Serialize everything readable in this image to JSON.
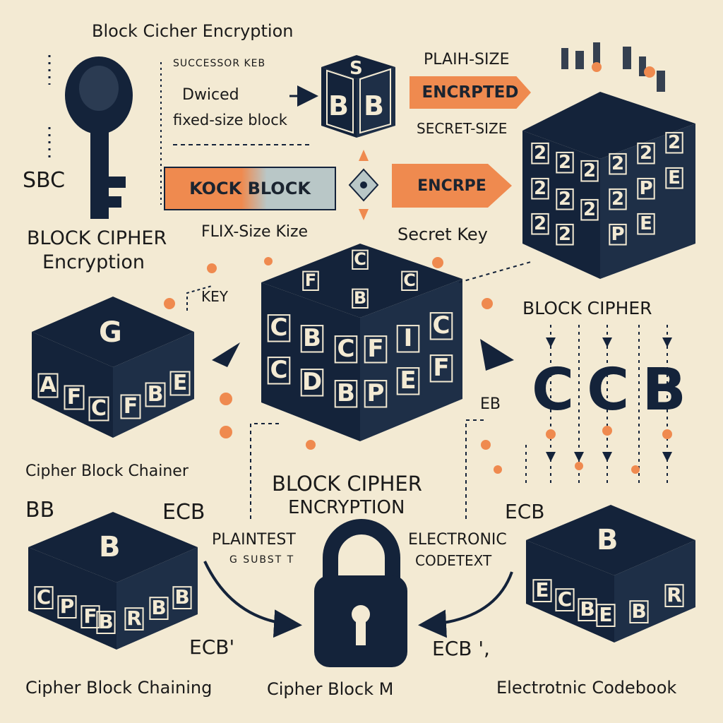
{
  "labels": {
    "top_title": "Block Cicher Encryption",
    "key_small": "SUCCESSOR KEB",
    "divided_line1": "Dwiced",
    "divided_line2": "fixed-size block",
    "plain_size": "PLAIH-SIZE",
    "encrypted_tag": "ENCRPTED",
    "secret_size": "SECRET-SIZE",
    "sbc": "SBC",
    "kock_block": "KOCK BLOCK",
    "encrpe_tag": "ENCRPE",
    "left_title_line1": "BLOCK CIPHER",
    "left_title_line2": "Encryption",
    "flix_size": "FLIX-Size Kize",
    "secret_key": "Secret Key",
    "key_tag": "KEY",
    "block_cipher_right": "BLOCK CIPHER",
    "ccb": "CCB",
    "eb": "EB",
    "cipher_block_chainer": "Cipher Block Chainer",
    "center_title_line1": "BLOCK CIPHER",
    "center_title_line2": "ENCRYPTION",
    "bb": "BB",
    "ecb_left": "ECB",
    "ecb_right": "ECB",
    "plaintest": "PLAINTEST",
    "plaintest_sub": "G SUBST T",
    "electronic": "ELECTRONIC",
    "codetext": "CODETEXT",
    "ecb_bottom_left": "ECB'",
    "ecb_bottom_right": "ECB ',",
    "caption_left": "Cipher Block Chaining",
    "caption_center": "Cipher Block M",
    "caption_right": "Electrotnic Codebook"
  },
  "cubes": {
    "top_cube_top": "S",
    "top_cube_front": "B",
    "top_cube_side": "B",
    "left_cube_top": "G",
    "left_cube_front": [
      "A",
      "F",
      "C"
    ],
    "left_cube_side": [
      "F",
      "B",
      "E"
    ],
    "center_cube_top": [
      "F",
      "C",
      "B",
      "C"
    ],
    "center_cube_front": [
      "C",
      "B",
      "C",
      "C",
      "D",
      "B"
    ],
    "center_cube_side": [
      "F",
      "I",
      "C",
      "P",
      "E",
      "F"
    ],
    "right_cube_grid": [
      "2",
      "2",
      "2",
      "2",
      "2",
      "2",
      "2",
      "2",
      "2",
      "2",
      "P",
      "E",
      "2",
      "2",
      "P",
      "E"
    ],
    "bl_cube_top": "B",
    "bl_cube_front": [
      "C",
      "P",
      "F",
      "B"
    ],
    "bl_cube_side": [
      "R",
      "B",
      "B"
    ],
    "br_cube_top": "B",
    "br_cube_front": [
      "E",
      "C",
      "B",
      "E"
    ],
    "br_cube_side": [
      "B",
      "R"
    ]
  },
  "colors": {
    "background": "#f3ead3",
    "navy": "#14233a",
    "orange": "#ef8a4f",
    "slate": "#b9c7c7"
  }
}
